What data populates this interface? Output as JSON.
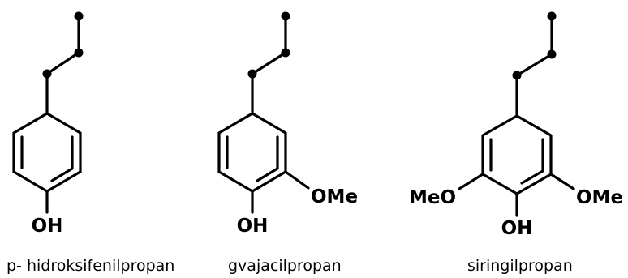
{
  "molecules": {
    "p_hydroxyphenyl": {
      "hydroxyl": "OH",
      "name": "p- hidroksifenilpropan"
    },
    "guaiacyl": {
      "hydroxyl": "OH",
      "methoxy": "OMe",
      "name": "gvajacilpropan"
    },
    "syringyl": {
      "hydroxyl": "OH",
      "methoxy_left": "MeO",
      "methoxy_right": "OMe",
      "name": "siringilpropan"
    }
  }
}
